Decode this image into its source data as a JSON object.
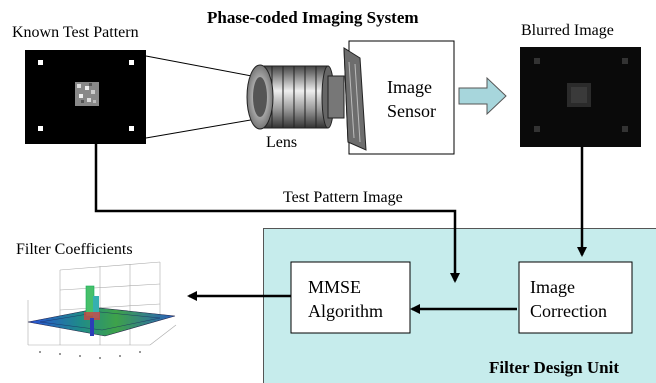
{
  "diagram": {
    "title": "Phase-coded Imaging System",
    "known_test_pattern": "Known Test Pattern",
    "lens": "Lens",
    "image_sensor": {
      "line1": "Image",
      "line2": "Sensor"
    },
    "blurred_image": "Blurred Image",
    "test_pattern_image": "Test Pattern Image",
    "filter_coefficients": "Filter Coefficients",
    "mmse": {
      "line1": "MMSE",
      "line2": "Algorithm"
    },
    "image_correction": {
      "line1": "Image",
      "line2": "Correction"
    },
    "filter_design_unit": "Filter Design Unit"
  },
  "colors": {
    "filter_unit_fill": "#c6ecec",
    "arrow_fill": "#a7d6dc",
    "pattern_bg": "#000000"
  }
}
